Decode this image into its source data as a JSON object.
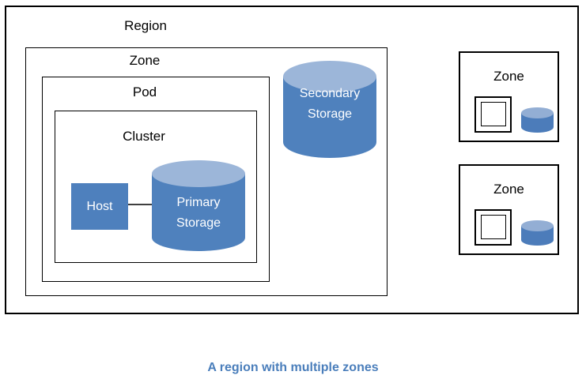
{
  "diagram": {
    "region_label": "Region",
    "zone_label": "Zone",
    "pod_label": "Pod",
    "cluster_label": "Cluster",
    "host_label": "Host",
    "primary_storage_label": "Primary Storage",
    "secondary_storage_label": "Secondary Storage",
    "right_zones": [
      {
        "label": "Zone"
      },
      {
        "label": "Zone"
      }
    ],
    "caption": "A region with multiple zones"
  },
  "colors": {
    "shape_blue": "#4f81bd",
    "cylinder_top_blue": "#9cb6d9",
    "small_cylinder_top_blue": "#93aed4",
    "caption_blue": "#4a7ebb",
    "border_black": "#000000",
    "connector_gray": "#3f3f3f",
    "label_text_white": "#ffffff"
  }
}
